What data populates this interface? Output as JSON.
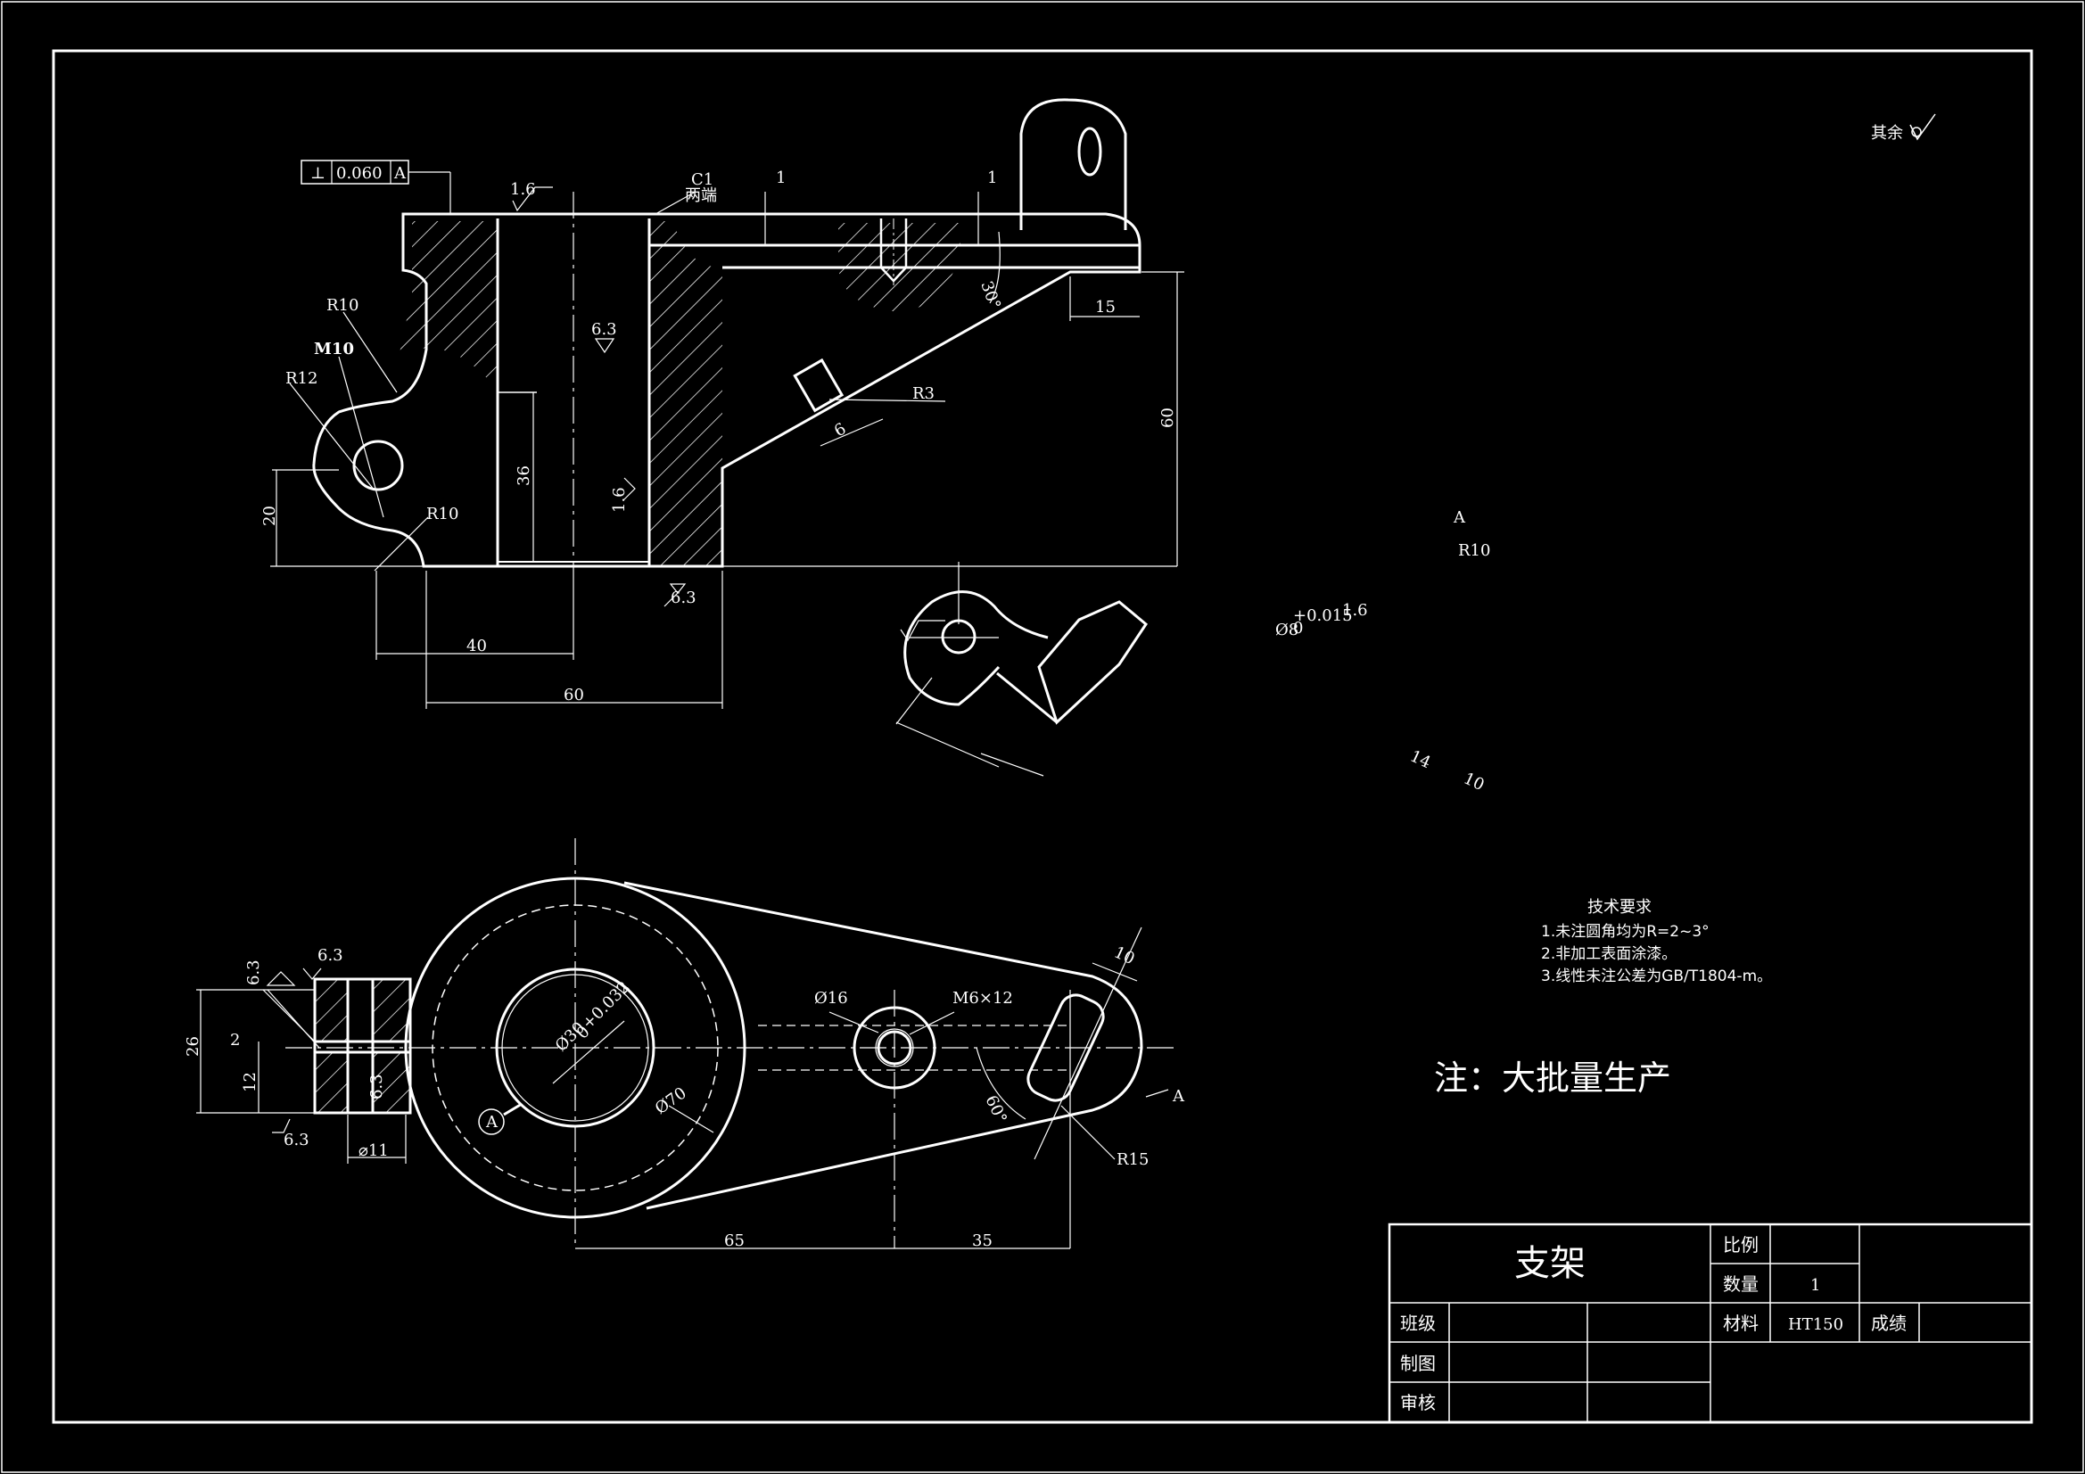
{
  "colors": {
    "background": "#000000",
    "line": "#ffffff",
    "hatch": "#ffffff"
  },
  "surface_finish_general": "其余",
  "front_view": {
    "tolerance_frame": {
      "symbol": "⊥",
      "value": "0.060",
      "datum": "A"
    },
    "roughness": [
      "1.6",
      "6.3",
      "1.6",
      "6.3"
    ],
    "chamfer": "C1",
    "chamfer_note": "两端",
    "step_dims": [
      "1",
      "1"
    ],
    "radii": [
      "R10",
      "R12",
      "R10",
      "R3"
    ],
    "thread": "M10",
    "angle": "30°",
    "dims": {
      "d20": "20",
      "d36": "36",
      "d40": "40",
      "d60h": "60",
      "d60v": "60",
      "d15": "15",
      "d6": "6"
    }
  },
  "aux_view": {
    "label": "A",
    "radius": "R10",
    "hole": "Ø8",
    "hole_tol_upper": "+0.015",
    "hole_tol_lower": "0",
    "roughness": "1.6",
    "dims": {
      "d14": "14",
      "d10": "10"
    }
  },
  "top_view": {
    "roughness": [
      "6.3",
      "6.3",
      "6.3",
      "6.3"
    ],
    "dims": {
      "d26": "26",
      "d2": "2",
      "d12": "12",
      "d11": "⌀11",
      "d65": "65",
      "d35": "35",
      "d10": "10"
    },
    "hole_small": "Ø16",
    "thread": "M6×12",
    "bore": "Ø30",
    "bore_tol_upper": "+0.032",
    "bore_tol_lower": "0",
    "outer": "Ø70",
    "angle": "60°",
    "radius": "R15",
    "view_arrow": "A",
    "datum_label": "A"
  },
  "tech_requirements": {
    "title": "技术要求",
    "items": [
      "1.未注圆角均为R=2~3°",
      "2.非加工表面涂漆。",
      "3.线性未注公差为GB/T1804-m。"
    ]
  },
  "note": "注：大批量生产",
  "title_block": {
    "part_name": "支架",
    "scale_label": "比例",
    "scale_value": "",
    "qty_label": "数量",
    "qty_value": "1",
    "material_label": "材料",
    "material_value": "HT150",
    "grade_label": "成绩",
    "class_label": "班级",
    "drawn_label": "制图",
    "review_label": "审核"
  }
}
